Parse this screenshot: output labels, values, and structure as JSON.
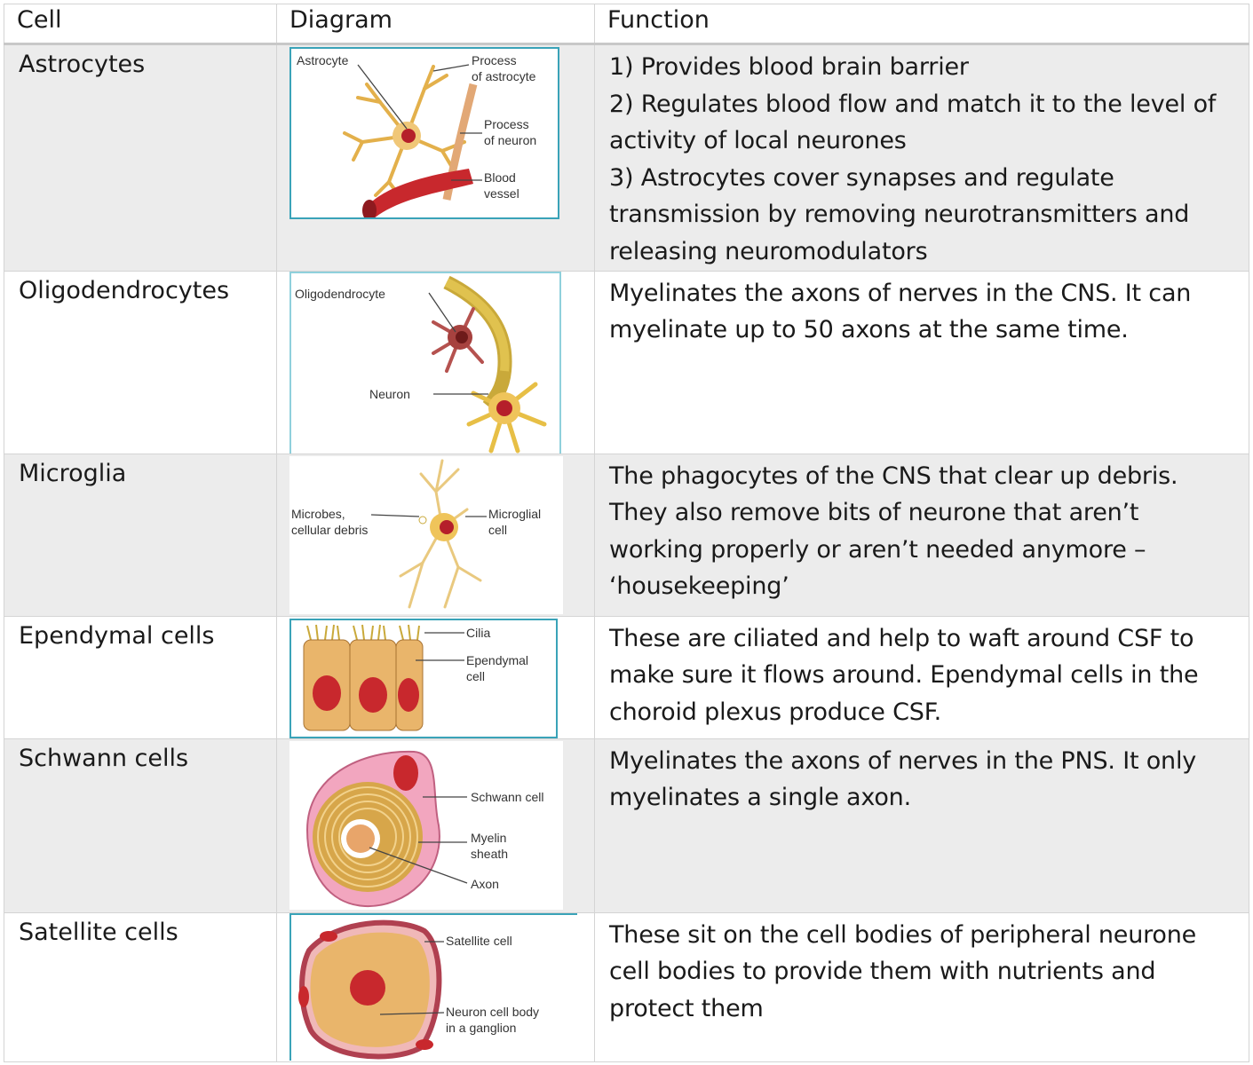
{
  "headers": {
    "cell": "Cell",
    "diagram": "Diagram",
    "function": "Function"
  },
  "rows": [
    {
      "cell": "Astrocytes",
      "function": [
        "1) Provides blood brain barrier",
        "2) Regulates blood flow and match it to the level of activity of local neurones",
        "3) Astrocytes cover synapses and regulate transmission by removing neurotransmitters and releasing neuromodulators"
      ],
      "labels": {
        "astrocyte": "Astrocyte",
        "process_astrocyte_1": "Process",
        "process_astrocyte_2": "of astrocyte",
        "process_neuron_1": "Process",
        "process_neuron_2": "of neuron",
        "blood_vessel_1": "Blood",
        "blood_vessel_2": "vessel"
      }
    },
    {
      "cell": "Oligodendrocytes",
      "function": [
        "Myelinates the axons of nerves in the CNS. It can myelinate up to 50 axons at the same time."
      ],
      "labels": {
        "oligodendrocyte": "Oligodendrocyte",
        "neuron": "Neuron"
      }
    },
    {
      "cell": "Microglia",
      "function": [
        "The phagocytes of the CNS that clear up debris. They also remove bits of neurone that aren’t working properly or aren’t needed anymore – ‘housekeeping’"
      ],
      "labels": {
        "microbes_1": "Microbes,",
        "microbes_2": "cellular debris",
        "microglial_1": "Microglial",
        "microglial_2": "cell"
      }
    },
    {
      "cell": "Ependymal cells",
      "function": [
        "These are ciliated and help to waft around CSF to make sure it flows around. Ependymal cells in the choroid plexus produce CSF."
      ],
      "labels": {
        "cilia": "Cilia",
        "ependymal_1": "Ependymal",
        "ependymal_2": "cell"
      }
    },
    {
      "cell": "Schwann cells",
      "function": [
        "Myelinates the axons of nerves in the PNS. It only myelinates a single axon."
      ],
      "labels": {
        "schwann": "Schwann cell",
        "myelin_1": "Myelin",
        "myelin_2": "sheath",
        "axon": "Axon"
      }
    },
    {
      "cell": "Satellite cells",
      "function": [
        "These sit on the cell bodies of peripheral neurone cell bodies to provide them with nutrients and protect them"
      ],
      "labels": {
        "satellite": "Satellite cell",
        "neuron_body_1": "Neuron cell body",
        "neuron_body_2": "in a ganglion"
      }
    }
  ]
}
